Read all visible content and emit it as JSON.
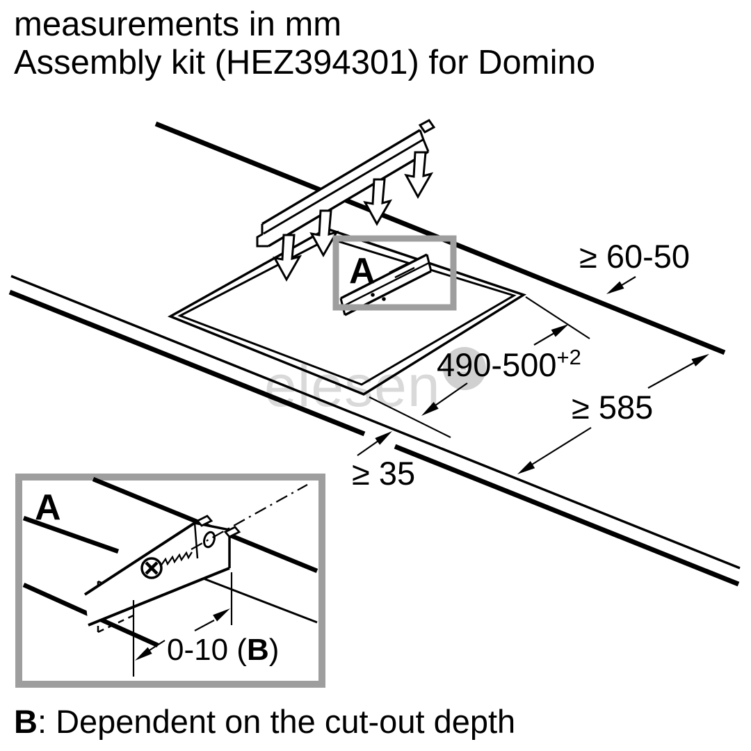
{
  "title": {
    "line1": "measurements in mm",
    "line2": "Assembly kit (HEZ394301) for Domino"
  },
  "dimensions": {
    "rear_clearance": "≥ 60-50",
    "cutout_depth": "490-500",
    "cutout_depth_tolerance": "+2",
    "worktop_depth": "≥ 585",
    "front_clearance": "≥ 35"
  },
  "callout": {
    "label": "A"
  },
  "detail": {
    "label": "A",
    "dim_prefix": "0-10 (",
    "dim_bold": "B",
    "dim_suffix": ")"
  },
  "footnote": {
    "bold": "B",
    "text": ": Dependent on the cut-out depth"
  },
  "watermark": {
    "text": "elesen",
    "logo_text": "e"
  },
  "colors": {
    "line": "#000000",
    "frame_gray": "#9e9e9e",
    "watermark_gray": "#d9d9d9"
  }
}
